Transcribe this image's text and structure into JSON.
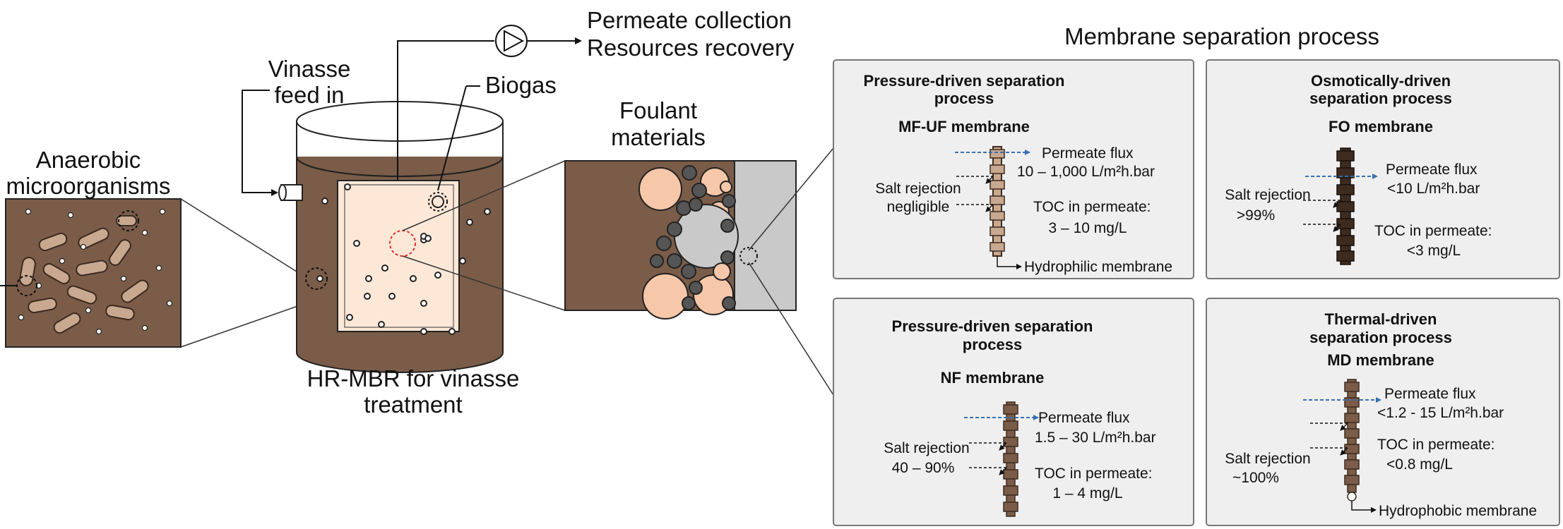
{
  "labels": {
    "anaerobic_l1": "Anaerobic",
    "anaerobic_l2": "microorganisms",
    "vinasse_l1": "Vinasse",
    "vinasse_l2": "feed in",
    "biogas": "Biogas",
    "permeate_l1": "Permeate collection",
    "permeate_l2": "Resources recovery",
    "foulant_l1": "Foulant",
    "foulant_l2": "materials",
    "hrmbr_l1": "HR-MBR for vinasse",
    "hrmbr_l2": "treatment",
    "section_title": "Membrane separation process"
  },
  "panels": {
    "mfuf": {
      "title_l1": "Pressure-driven separation",
      "title_l2": "process",
      "membrane": "MF-UF membrane",
      "flux_label": "Permeate flux",
      "flux_value": "10 – 1,000 L/m²h.bar",
      "rejection_l1": "Salt rejection",
      "rejection_l2": "negligible",
      "toc_label": "TOC in permeate:",
      "toc_value": "3 – 10 mg/L",
      "note": "Hydrophilic membrane"
    },
    "fo": {
      "title_l1": "Osmotically-driven",
      "title_l2": "separation process",
      "membrane": "FO membrane",
      "flux_label": "Permeate flux",
      "flux_value": "<10 L/m²h.bar",
      "rejection_l1": "Salt rejection",
      "rejection_l2": ">99%",
      "toc_label": "TOC in permeate:",
      "toc_value": "<3 mg/L"
    },
    "nf": {
      "title_l1": "Pressure-driven separation",
      "title_l2": "process",
      "membrane": "NF membrane",
      "flux_label": "Permeate flux",
      "flux_value": "1.5 – 30 L/m²h.bar",
      "rejection_l1": "Salt rejection",
      "rejection_l2": "40 – 90%",
      "toc_label": "TOC in permeate:",
      "toc_value": "1 – 4 mg/L"
    },
    "md": {
      "title_l1": "Thermal-driven",
      "title_l2": "separation process",
      "membrane": "MD membrane",
      "flux_label": "Permeate flux",
      "flux_value": "<1.2 - 15 L/m²h.bar",
      "rejection_l1": "Salt rejection",
      "rejection_l2": "~100%",
      "toc_label": "TOC in permeate:",
      "toc_value": "<0.8 mg/L",
      "note": "Hydrophobic membrane"
    }
  },
  "colors": {
    "sludge": "#7a5c48",
    "tank_light": "#fde8d8",
    "panel_bg": "#efefef",
    "panel_border": "#777777",
    "membrane_dark": "#3d2b20",
    "membrane_light": "#c8a98f",
    "arrow_blue": "#3a6fb0",
    "gray_particle": "#c9c9c9",
    "dark_particle": "#555555",
    "peach_particle": "#f6c7a8",
    "red_dash": "#e03030"
  }
}
